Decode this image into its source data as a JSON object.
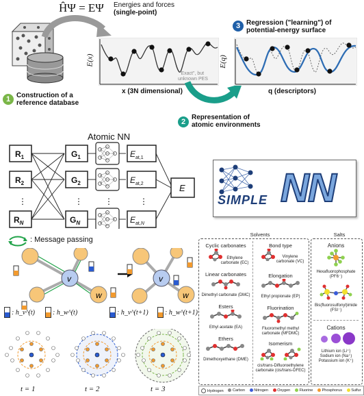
{
  "top": {
    "equation": "ĤΨ = EΨ",
    "energies_label": "Energies and forces",
    "single_point": "(single-point)",
    "step1_num": "1",
    "step1_text1": "Construction of a",
    "step1_text2": "reference database",
    "ex_axis": "E(x)",
    "x_label": "x (3N dimensional)",
    "exact1": "\"Exact\", but",
    "exact2": "unknown PES",
    "step2_num": "2",
    "step2_text1": "Representation of",
    "step2_text2": "atomic environments",
    "step3_num": "3",
    "step3_text1": "Regression (\"learning\") of",
    "step3_text2": "potential-energy surface",
    "eq_axis": "E(q)",
    "q_label": "q (descriptors)",
    "colors": {
      "green": "#7ab648",
      "teal": "#1a9e8a",
      "blue": "#2e6db4",
      "step3": "#1f5fa8"
    }
  },
  "atomic_nn": {
    "title": "Atomic NN",
    "r_labels": [
      "R1",
      "R2",
      "⋮",
      "RN"
    ],
    "g_labels": [
      "G1",
      "G2",
      "⋮",
      "GN"
    ],
    "e_labels": [
      "Eat,1",
      "Eat,2",
      "⋮",
      "Eat,N"
    ],
    "total": "E"
  },
  "logo": {
    "text_simple": "SIMPLE",
    "text_nn": "NN"
  },
  "mp": {
    "legend": ": Message passing",
    "v": "v",
    "w": "w",
    "hv_t": ": h_v^(t)",
    "hw_t": ": h_w^(t)",
    "hv_t1": ": h_v^(t+1)",
    "hw_t1": ": h_w^(t+1)",
    "t_labels": [
      "t = 1",
      "t = 2",
      "t = 3"
    ]
  },
  "solvents": {
    "title": "Solvents",
    "left_col": [
      {
        "header": "Cyclic carbonates",
        "name": "Ethylene carbonate (EC)"
      },
      {
        "header": "Linear carbonates",
        "name": "Dimethyl carbonate (DMC)"
      },
      {
        "header": "Esters",
        "name": "Ethyl acetate (EA)"
      },
      {
        "header": "Ethers",
        "name": "Dimethoxyethane (DME)"
      }
    ],
    "right_col": [
      {
        "header": "Bond type",
        "name": "Vinylene carbonate (VC)"
      },
      {
        "header": "Elongation",
        "name": "Ethyl propionate (EP)"
      },
      {
        "header": "Fluorination",
        "name": "Fluoromethyl methyl carbonate (MFDMC)"
      },
      {
        "header": "Isomerism",
        "name": "cis/trans-Difluoroethylene carbonate (cis/trans-DFEC)"
      }
    ]
  },
  "salts": {
    "title": "Salts",
    "anions_header": "Anions",
    "anion1": "Hexafluorophosphate (PF6⁻)",
    "anion2": "Bis(fluorosulfonyl)imide (FSI⁻)",
    "cations_header": "Cations",
    "cations": [
      "Lithium ion (Li⁺)",
      "Sodium ion (Na⁺)",
      "Potassium ion (K⁺)"
    ]
  },
  "element_legend": [
    {
      "name": "Hydrogen",
      "color": "#ffffff"
    },
    {
      "name": "Carbon",
      "color": "#888888"
    },
    {
      "name": "Nitrogen",
      "color": "#3a5bd9"
    },
    {
      "name": "Oxygen",
      "color": "#e03030"
    },
    {
      "name": "Fluorine",
      "color": "#8fd14f"
    },
    {
      "name": "Phosphorus",
      "color": "#f29a2e"
    },
    {
      "name": "Sulfur",
      "color": "#f2e12e"
    }
  ]
}
